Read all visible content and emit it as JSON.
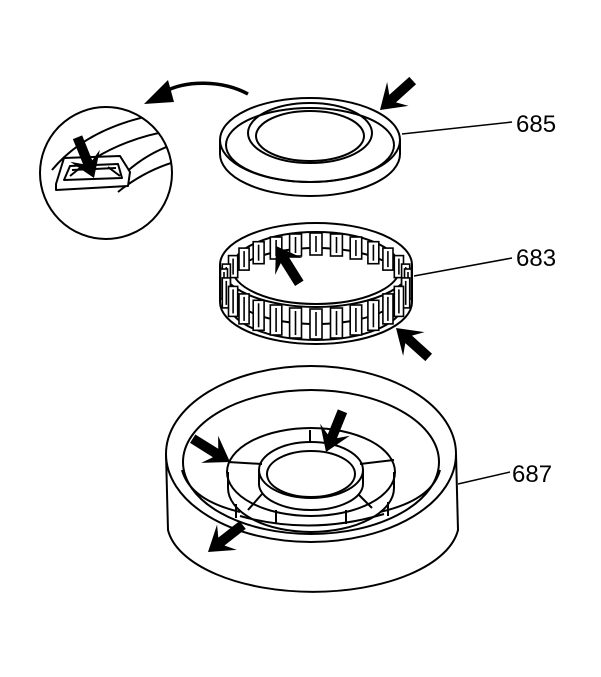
{
  "callouts": {
    "part_685": "685",
    "part_683": "683",
    "part_687": "687"
  },
  "colors": {
    "line": "#000000",
    "fill": "#ffffff"
  }
}
